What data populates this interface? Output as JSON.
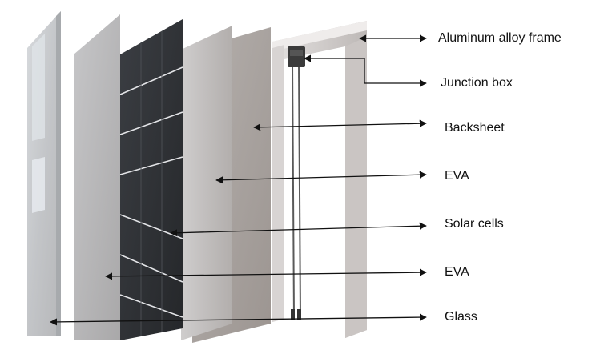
{
  "title": "",
  "labels": {
    "frame": "Aluminum alloy frame",
    "junction_box": "Junction box",
    "backsheet": "Backsheet",
    "eva_top": "EVA",
    "solar_cells": "Solar cells",
    "eva_bottom": "EVA",
    "glass": "Glass"
  },
  "colors": {
    "arrow": "#111111",
    "glass": "#c9c9cb",
    "cells": "#2f3236",
    "cell_grid": "#e3e4e7",
    "eva": "#b9b6b4",
    "backsheet": "#a9a39f",
    "frame": "#d2cecd",
    "junction_box": "#3b3b3b"
  }
}
